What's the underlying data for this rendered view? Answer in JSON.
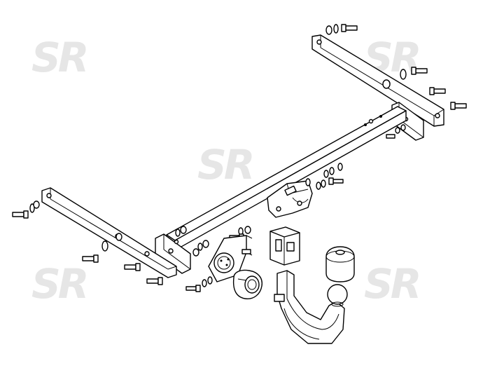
{
  "watermark": {
    "text": "SR",
    "color": "#e6e6e6"
  },
  "diagram": {
    "parts": [
      "main-crossbar",
      "left-side-bracket",
      "right-side-bracket",
      "center-mount-plate",
      "socket-bracket",
      "electrical-socket",
      "receiver-block",
      "tow-ball-neck",
      "ball-cover-cap",
      "bolts",
      "washers",
      "nuts"
    ]
  },
  "colors": {
    "line": "#000000",
    "fill": "#ffffff"
  }
}
